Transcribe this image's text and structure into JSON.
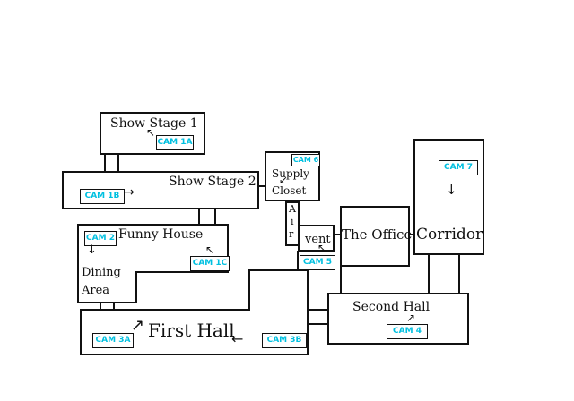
{
  "rooms": {
    "show_stage_1": "Show Stage 1",
    "show_stage_2": "Show Stage 2",
    "supply_closet_1": "Supply",
    "supply_closet_2": "Closet",
    "funny_house": "Funny House",
    "dining_area_1": "Dining",
    "dining_area_2": "Area",
    "first_hall": "First Hall",
    "the_office": "The Office",
    "corridor": "Corridor",
    "second_hall": "Second Hall",
    "air_vent_chars": [
      "A",
      "i",
      "r"
    ],
    "air_vent_word": "vent"
  },
  "cameras": {
    "cam_1a": "CAM 1A",
    "cam_1b": "CAM 1B",
    "cam_2": "CAM 2",
    "cam_1c": "CAM 1C",
    "cam_3a": "CAM 3A",
    "cam_3b": "CAM 3B",
    "cam_4": "CAM 4",
    "cam_5": "CAM 5",
    "cam_6": "CAM 6",
    "cam_7": "CAM 7"
  },
  "colors": {
    "camera_text": "#00c0e0",
    "lines": "#111111",
    "background": "#ffffff"
  },
  "icons": {
    "camera_direction": "arrow-icon"
  }
}
